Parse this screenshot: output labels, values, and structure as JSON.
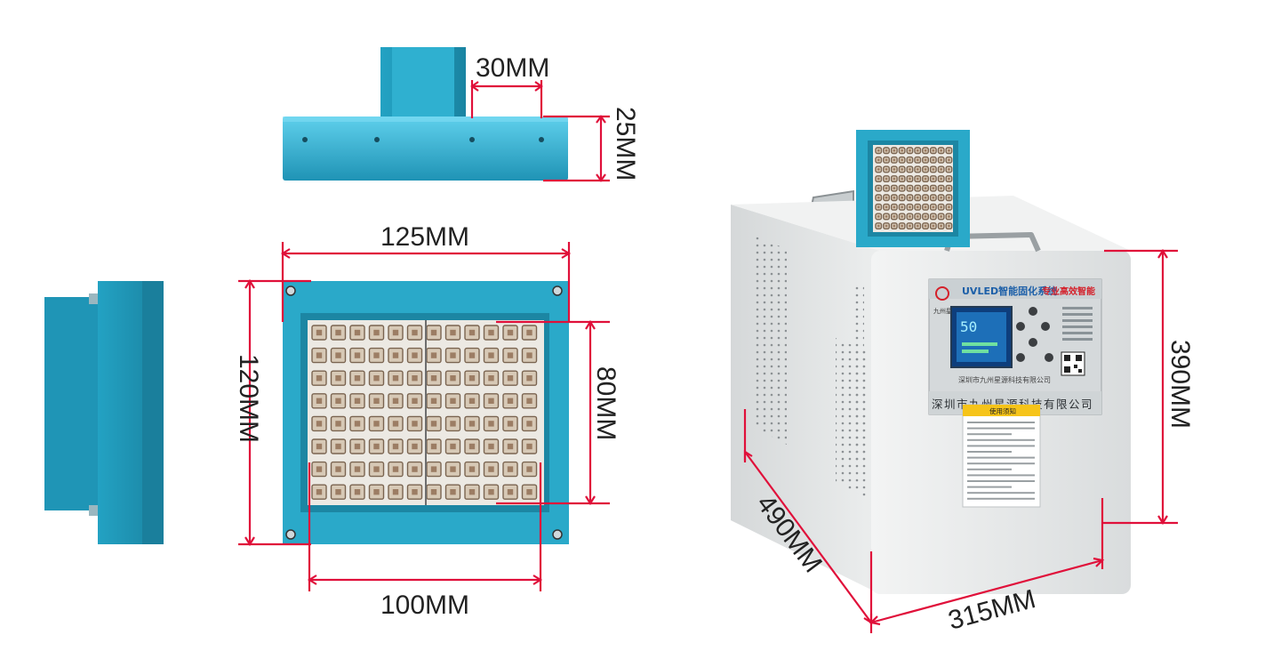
{
  "dimensions": {
    "top_width": "30MM",
    "top_height": "25MM",
    "front_width": "125MM",
    "front_height": "120MM",
    "window_height": "80MM",
    "window_width": "100MM",
    "unit_height": "390MM",
    "unit_depth": "490MM",
    "unit_width": "315MM"
  },
  "panel": {
    "title": "UVLED智能固化系统",
    "slogan": "专业高效智能",
    "company": "深圳市九州星源科技有限公司",
    "brand": "九州星源",
    "display_value": "50",
    "label_header": "使用须知"
  },
  "colors": {
    "dimension_line": "#e0103a",
    "lamp_blue": "#2aa9c9",
    "lamp_dark": "#1c86a3",
    "housing": "#e7e9ea",
    "screen": "#1d6fb8"
  }
}
